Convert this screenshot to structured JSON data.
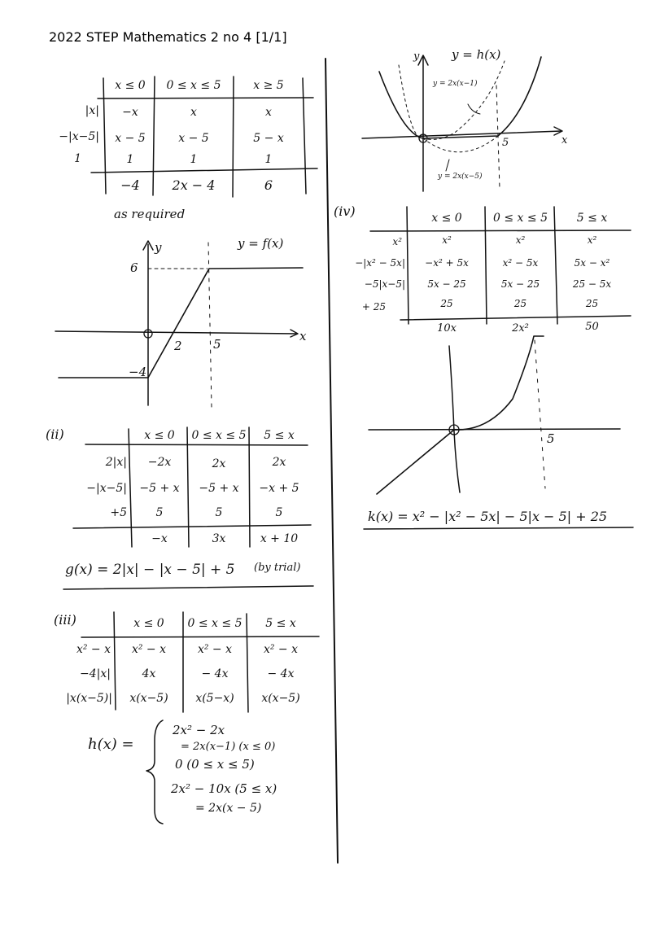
{
  "header": "2022 STEP Mathematics 2 no 4 [1/1]",
  "part_i": {
    "columns": [
      "x ≤ 0",
      "0 ≤ x ≤ 5",
      "x ≥ 5"
    ],
    "rows": [
      {
        "label": "|x|",
        "cells": [
          "−x",
          "x",
          "x"
        ]
      },
      {
        "label": "−|x−5|",
        "cells": [
          "x − 5",
          "x − 5",
          "5 − x"
        ]
      },
      {
        "label": "1",
        "cells": [
          "1",
          "1",
          "1"
        ]
      }
    ],
    "totals": [
      "−4",
      "2x − 4",
      "6"
    ],
    "note": "as required",
    "graph": {
      "y_axis": "y",
      "x_axis": "x",
      "curve_label": "y = f(x)",
      "tick_6": "6",
      "tick_m4": "−4",
      "tick_2": "2",
      "tick_5": "5"
    }
  },
  "part_ii": {
    "marker": "(ii)",
    "columns": [
      "x ≤ 0",
      "0 ≤ x ≤ 5",
      "5 ≤ x"
    ],
    "rows": [
      {
        "label": "2|x|",
        "cells": [
          "−2x",
          "2x",
          "2x"
        ]
      },
      {
        "label": "−|x−5|",
        "cells": [
          "−5 + x",
          "−5 + x",
          "−x + 5"
        ]
      },
      {
        "label": "+5",
        "cells": [
          "5",
          "5",
          "5"
        ]
      }
    ],
    "totals": [
      "−x",
      "3x",
      "x + 10"
    ],
    "answer": "g(x) = 2|x| − |x − 5| + 5",
    "answer_note": "(by trial)"
  },
  "part_iii": {
    "marker": "(iii)",
    "columns": [
      "x ≤ 0",
      "0 ≤ x ≤ 5",
      "5 ≤ x"
    ],
    "rows": [
      {
        "label": "x² − x",
        "cells": [
          "x² − x",
          "x² − x",
          "x² − x"
        ]
      },
      {
        "label": "−4|x|",
        "cells": [
          "4x",
          "− 4x",
          "− 4x"
        ]
      },
      {
        "label": "|x(x−5)|",
        "cells": [
          "x(x−5)",
          "x(5−x)",
          "x(x−5)"
        ]
      }
    ],
    "h_label": "h(x) =",
    "cases": [
      "2x² − 2x",
      "= 2x(x−1)  (x ≤ 0)",
      "0        (0 ≤ x ≤ 5)",
      "2x² − 10x  (5 ≤ x)",
      "= 2x(x − 5)"
    ],
    "graph": {
      "y_axis": "y",
      "x_axis": "x",
      "curve_label": "y = h(x)",
      "left_label": "y = 2x(x−1)",
      "right_label": "y = 2x(x−5)",
      "tick_5": "5"
    }
  },
  "part_iv": {
    "marker": "(iv)",
    "columns": [
      "x ≤ 0",
      "0 ≤ x ≤ 5",
      "5 ≤ x"
    ],
    "rows": [
      {
        "label": "x²",
        "cells": [
          "x²",
          "x²",
          "x²"
        ]
      },
      {
        "label": "−|x² − 5x|",
        "cells": [
          "−x² + 5x",
          "x² − 5x",
          "5x − x²"
        ]
      },
      {
        "label": "−5|x−5|",
        "cells": [
          "5x − 25",
          "5x − 25",
          "25 − 5x"
        ]
      },
      {
        "label": "+ 25",
        "cells": [
          "25",
          "25",
          "25"
        ]
      }
    ],
    "totals": [
      "10x",
      "2x²",
      "50"
    ],
    "tick_5": "5",
    "answer": "k(x) = x² − |x² − 5x| − 5|x − 5| + 25"
  }
}
